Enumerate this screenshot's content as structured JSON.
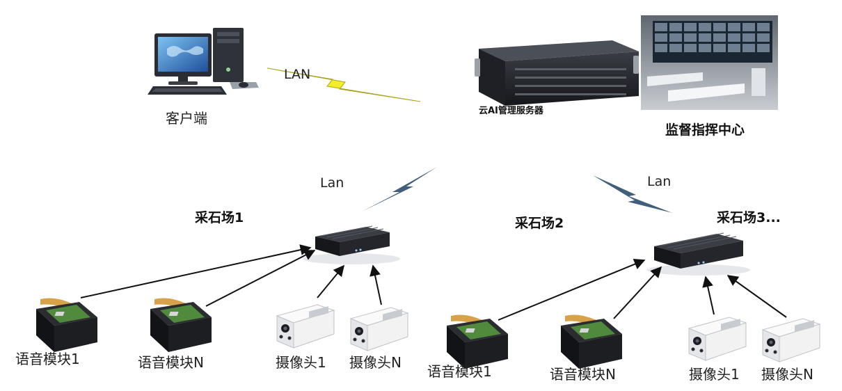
{
  "top": {
    "client_label": "客户端",
    "server_label": "云AI管理服务器",
    "center_label": "监督指挥中心",
    "link_lan_top": "LAN"
  },
  "links": {
    "lan_left": "Lan",
    "lan_right": "Lan"
  },
  "sites": [
    {
      "name": "采石场1",
      "devices": [
        "语音模块1",
        "语音模块N",
        "摄像头1",
        "摄像头N"
      ]
    },
    {
      "name": "采石场2"
    },
    {
      "name": "采石场3...",
      "devices": [
        "语音模块1",
        "语音模块N",
        "摄像头1",
        "摄像头N"
      ]
    }
  ],
  "colors": {
    "bolt_yellow": "#f4ee2a",
    "bolt_blue": "#3f5f7a",
    "device_dark": "#1d1f24",
    "camera_white": "#f2f2f2",
    "screen_blue": "#2f6fbf"
  }
}
